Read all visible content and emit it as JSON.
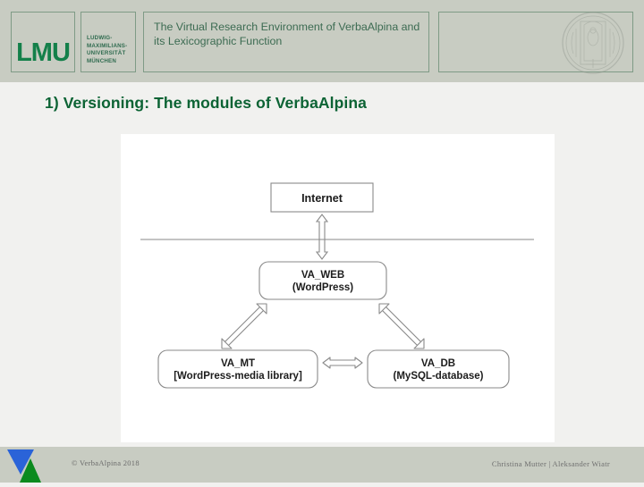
{
  "header": {
    "logo": {
      "letters": "LMU",
      "subtitle_lines": "LUDWIG-\nMAXIMILIANS-\nUNIVERSITÄT\nMÜNCHEN",
      "seal_icon": "university-seal-icon"
    },
    "title": "The Virtual Research Environment of VerbaAlpina and its Lexicographic Function"
  },
  "slide": {
    "heading": "1) Versioning: The modules of VerbaAlpina"
  },
  "diagram": {
    "type": "architecture-flow",
    "nodes": [
      {
        "id": "internet",
        "label": "Internet",
        "sublabel": "",
        "shape": "rectangle"
      },
      {
        "id": "va_web",
        "label": "VA_WEB",
        "sublabel": "(WordPress)",
        "shape": "rounded-rectangle"
      },
      {
        "id": "va_mt",
        "label": "VA_MT",
        "sublabel": "[WordPress-media library]",
        "shape": "rounded-rectangle"
      },
      {
        "id": "va_db",
        "label": "VA_DB",
        "sublabel": "(MySQL-database)",
        "shape": "rounded-rectangle"
      }
    ],
    "connectors": [
      {
        "from": "internet",
        "to": "va_web",
        "style": "double-headed-vertical"
      },
      {
        "from": "va_web",
        "to": "va_mt",
        "style": "double-headed-diagonal"
      },
      {
        "from": "va_web",
        "to": "va_db",
        "style": "double-headed-diagonal"
      },
      {
        "from": "va_mt",
        "to": "va_db",
        "style": "double-headed-horizontal"
      }
    ],
    "divider": {
      "present": true,
      "description": "horizontal separator between Internet and server modules"
    }
  },
  "footer": {
    "logo_icon": "verbaalpina-triangles-logo",
    "copyright": "© VerbaAlpina 2018",
    "authors": "Christina Mutter | Aleksander Wiatr"
  },
  "colors": {
    "band": "#c8ccc2",
    "heading_green": "#0c6334",
    "logo_green": "#14804a",
    "title_green": "#3c6b52",
    "panel_white": "#ffffff",
    "page_background": "#f1f1ef",
    "arrow_gray": "#808080",
    "logo_blue": "#2a63d8"
  }
}
